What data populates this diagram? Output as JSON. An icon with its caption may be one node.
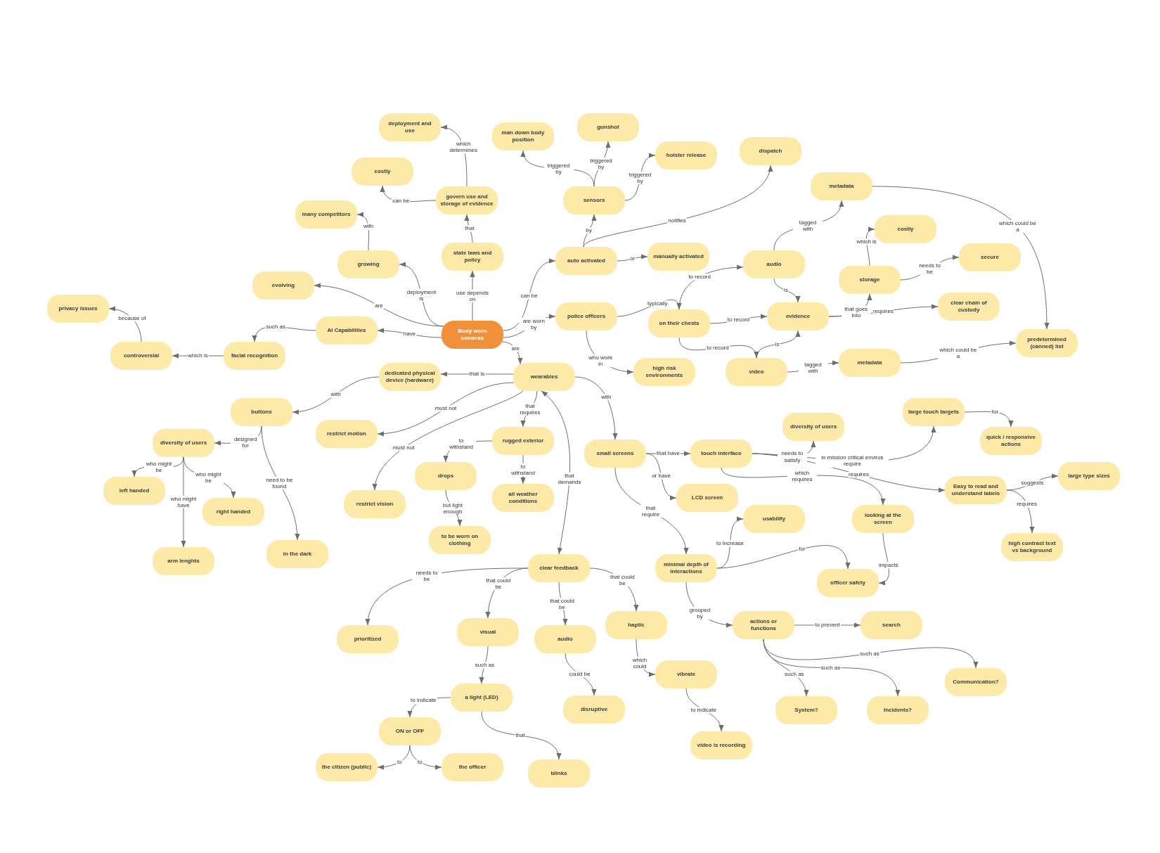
{
  "diagram": {
    "nodes": [
      {
        "text": [
          "gunshot"
        ]
      },
      {
        "text": [
          "deployment and use"
        ]
      },
      {
        "text": [
          "man down body position"
        ]
      },
      {
        "text": [
          "dispatch"
        ]
      },
      {
        "text": [
          "holster release"
        ]
      },
      {
        "text": [
          "costly"
        ]
      },
      {
        "text": [
          "metadata"
        ]
      },
      {
        "text": [
          "govern use and storage of evidence"
        ]
      },
      {
        "text": [
          "sensors"
        ]
      },
      {
        "text": [
          "many competitors"
        ]
      },
      {
        "text": [
          "costly"
        ]
      },
      {
        "text": [
          "state laws and policy"
        ]
      },
      {
        "text": [
          "manually activated"
        ]
      },
      {
        "text": [
          "secure"
        ]
      },
      {
        "text": [
          "auto activated"
        ]
      },
      {
        "text": [
          "growing"
        ]
      },
      {
        "text": [
          "audio"
        ]
      },
      {
        "text": [
          "storage"
        ]
      },
      {
        "text": [
          "evolving"
        ]
      },
      {
        "text": [
          "privacy issues"
        ]
      },
      {
        "text": [
          "clear chain of custody"
        ]
      },
      {
        "text": [
          "police officers"
        ]
      },
      {
        "text": [
          "evidence"
        ]
      },
      {
        "text": [
          "on their chests"
        ]
      },
      {
        "text": [
          "AI Capabilities"
        ]
      },
      {
        "text": [
          "Body worn cameras"
        ]
      },
      {
        "text": [
          "predetermined (canned) list"
        ]
      },
      {
        "text": [
          "controversial"
        ]
      },
      {
        "text": [
          "facial recognition"
        ]
      },
      {
        "text": [
          "metadata"
        ]
      },
      {
        "text": [
          "high risk environments"
        ]
      },
      {
        "text": [
          "video"
        ]
      },
      {
        "text": [
          "dedicated physical device (hardware)"
        ]
      },
      {
        "text": [
          "wearables"
        ]
      },
      {
        "text": [
          "buttons"
        ]
      },
      {
        "text": [
          "large touch targets"
        ]
      },
      {
        "text": [
          "diversity of users"
        ]
      },
      {
        "text": [
          "restrict motion"
        ]
      },
      {
        "text": [
          "rugged exterior"
        ]
      },
      {
        "text": [
          "quick / responsive actions"
        ]
      },
      {
        "text": [
          "diversity of users"
        ]
      },
      {
        "text": [
          "small screens"
        ]
      },
      {
        "text": [
          "touch interface"
        ]
      },
      {
        "text": [
          "large type sizes"
        ]
      },
      {
        "text": [
          "drops"
        ]
      },
      {
        "text": [
          "Easy to read and understand labels"
        ]
      },
      {
        "text": [
          "left handed"
        ]
      },
      {
        "text": [
          "all weather conditions"
        ]
      },
      {
        "text": [
          "LCD screen"
        ]
      },
      {
        "text": [
          "restrict vision"
        ]
      },
      {
        "text": [
          "right handed"
        ]
      },
      {
        "text": [
          "usability"
        ]
      },
      {
        "text": [
          "looking at the screen"
        ]
      },
      {
        "text": [
          "to be worn on clothing"
        ]
      },
      {
        "text": [
          "high contrast text vs background"
        ]
      },
      {
        "text": [
          "in the dark"
        ]
      },
      {
        "text": [
          "arm lenghts"
        ]
      },
      {
        "text": [
          "clear feedback"
        ]
      },
      {
        "text": [
          "minimal depth of interactions"
        ]
      },
      {
        "text": [
          "officer safety"
        ]
      },
      {
        "text": [
          "haptic"
        ]
      },
      {
        "text": [
          "actions or functions"
        ]
      },
      {
        "text": [
          "search"
        ]
      },
      {
        "text": [
          "visual"
        ]
      },
      {
        "text": [
          "prioritized"
        ]
      },
      {
        "text": [
          "audio"
        ]
      },
      {
        "text": [
          "vibrate"
        ]
      },
      {
        "text": [
          "Communication?"
        ]
      },
      {
        "text": [
          "a light (LED)"
        ]
      },
      {
        "text": [
          "disruptive"
        ]
      },
      {
        "text": [
          "System?"
        ]
      },
      {
        "text": [
          "Incidents?"
        ]
      },
      {
        "text": [
          "ON or OFF"
        ]
      },
      {
        "text": [
          "video is recording"
        ]
      },
      {
        "text": [
          "the citizen (public)"
        ]
      },
      {
        "text": [
          "the officer"
        ]
      },
      {
        "text": [
          "blinks"
        ]
      }
    ],
    "edges": [
      {
        "from": 25,
        "to": 11,
        "arrow": "to",
        "label": "use depends on"
      },
      {
        "from": 25,
        "to": 15,
        "arrow": "to",
        "label": "deployment is"
      },
      {
        "from": 25,
        "to": 18,
        "arrow": "to",
        "label": "are"
      },
      {
        "from": 25,
        "to": 24,
        "arrow": "to",
        "label": "have"
      },
      {
        "from": 25,
        "to": 14,
        "arrow": "to",
        "label": "can be"
      },
      {
        "from": 25,
        "to": 21,
        "arrow": "to",
        "label": "are worn by"
      },
      {
        "from": 25,
        "to": 33,
        "arrow": "to",
        "label": "are"
      },
      {
        "from": 11,
        "to": 7,
        "arrow": "to",
        "label": "that"
      },
      {
        "from": 7,
        "to": 1,
        "arrow": "to",
        "label": "which determines"
      },
      {
        "from": 7,
        "to": 5,
        "arrow": "to",
        "label": "can be"
      },
      {
        "from": 15,
        "to": 9,
        "arrow": "to",
        "label": "with"
      },
      {
        "from": 24,
        "to": 28,
        "arrow": "to",
        "label": "such as"
      },
      {
        "from": 28,
        "to": 27,
        "arrow": "to",
        "label": "which is"
      },
      {
        "from": 27,
        "to": 19,
        "arrow": "to",
        "label": "because of"
      },
      {
        "from": 14,
        "to": 8,
        "arrow": "to",
        "label": "by"
      },
      {
        "from": 14,
        "to": 3,
        "arrow": "to",
        "label": "notifies"
      },
      {
        "from": 14,
        "to": 12,
        "arrow": "to",
        "label": "or"
      },
      {
        "from": 8,
        "to": 2,
        "arrow": "to",
        "label": "triggered by"
      },
      {
        "from": 8,
        "to": 0,
        "arrow": "to",
        "label": "triggered by"
      },
      {
        "from": 8,
        "to": 4,
        "arrow": "to",
        "label": "triggered by"
      },
      {
        "from": 21,
        "to": 23,
        "arrow": "to",
        "label": "typically"
      },
      {
        "from": 21,
        "to": 30,
        "arrow": "to",
        "label": "who work in"
      },
      {
        "from": 23,
        "to": 16,
        "arrow": "to",
        "label": "to record"
      },
      {
        "from": 23,
        "to": 22,
        "arrow": "to",
        "label": "to record"
      },
      {
        "from": 23,
        "to": 31,
        "arrow": "to",
        "label": "to record"
      },
      {
        "from": 16,
        "to": 6,
        "arrow": "to",
        "label": "tagged with"
      },
      {
        "from": 16,
        "to": 22,
        "arrow": "to",
        "label": "is"
      },
      {
        "from": 31,
        "to": 22,
        "arrow": "to",
        "label": "is"
      },
      {
        "from": 31,
        "to": 29,
        "arrow": "to",
        "label": "tagged with"
      },
      {
        "from": 22,
        "to": 17,
        "arrow": "to",
        "label": "that goes into"
      },
      {
        "from": 22,
        "to": 20,
        "arrow": "to",
        "label": "requires"
      },
      {
        "from": 17,
        "to": 10,
        "arrow": "to",
        "label": "which is"
      },
      {
        "from": 17,
        "to": 13,
        "arrow": "to",
        "label": "needs to be"
      },
      {
        "from": 6,
        "to": 26,
        "arrow": "to",
        "label": "which could be a"
      },
      {
        "from": 29,
        "to": 26,
        "arrow": "to",
        "label": "which could be a"
      },
      {
        "from": 33,
        "to": 32,
        "arrow": "to",
        "label": "that is"
      },
      {
        "from": 32,
        "to": 34,
        "arrow": "to",
        "label": "with"
      },
      {
        "from": 33,
        "to": 37,
        "arrow": "to",
        "label": "must not"
      },
      {
        "from": 33,
        "to": 49,
        "arrow": "to",
        "label": "must not"
      },
      {
        "from": 33,
        "to": 38,
        "arrow": "to",
        "label": "that requires"
      },
      {
        "from": 33,
        "to": 57,
        "arrow": "both",
        "label": "that demands"
      },
      {
        "from": 33,
        "to": 41,
        "arrow": "to",
        "label": "with"
      },
      {
        "from": 38,
        "to": 44,
        "arrow": "to",
        "label": "to withstand"
      },
      {
        "from": 38,
        "to": 47,
        "arrow": "to",
        "label": "to withstand"
      },
      {
        "from": 44,
        "to": 53,
        "arrow": "to",
        "label": "but light enough"
      },
      {
        "from": 34,
        "to": 40,
        "arrow": "to",
        "label": "designed for"
      },
      {
        "from": 34,
        "to": 55,
        "arrow": "to",
        "label": "need to be found"
      },
      {
        "from": 40,
        "to": 46,
        "arrow": "to",
        "label": "who might be"
      },
      {
        "from": 40,
        "to": 50,
        "arrow": "to",
        "label": "who might be"
      },
      {
        "from": 40,
        "to": 56,
        "arrow": "to",
        "label": "who might have"
      },
      {
        "from": 41,
        "to": 42,
        "arrow": "to",
        "label": "that have"
      },
      {
        "from": 41,
        "to": 48,
        "arrow": "to",
        "label": "or have"
      },
      {
        "from": 41,
        "to": 58,
        "arrow": "to",
        "label": "that require"
      },
      {
        "from": 42,
        "to": 36,
        "arrow": "to",
        "label": "needs to satisfy"
      },
      {
        "from": 42,
        "to": 35,
        "arrow": "to",
        "label": "in mission critical enviros require"
      },
      {
        "from": 42,
        "to": 45,
        "arrow": "to",
        "label": "requires"
      },
      {
        "from": 42,
        "to": 52,
        "arrow": "to",
        "label": "which requires"
      },
      {
        "from": 45,
        "to": 43,
        "arrow": "to",
        "label": "suggests"
      },
      {
        "from": 45,
        "to": 54,
        "arrow": "to",
        "label": "requires"
      },
      {
        "from": 35,
        "to": 39,
        "arrow": "to",
        "label": "for"
      },
      {
        "from": 52,
        "to": 59,
        "arrow": "to",
        "label": "impacts"
      },
      {
        "from": 58,
        "to": 51,
        "arrow": "to",
        "label": "to increase"
      },
      {
        "from": 58,
        "to": 59,
        "arrow": "to",
        "label": "for"
      },
      {
        "from": 58,
        "to": 61,
        "arrow": "to",
        "label": "grouped by"
      },
      {
        "from": 61,
        "to": 62,
        "arrow": "to",
        "label": "to prevent"
      },
      {
        "from": 61,
        "to": 70,
        "arrow": "to",
        "label": "such as"
      },
      {
        "from": 61,
        "to": 71,
        "arrow": "to",
        "label": "such as"
      },
      {
        "from": 61,
        "to": 67,
        "arrow": "to",
        "label": "such as"
      },
      {
        "from": 57,
        "to": 64,
        "arrow": "to",
        "label": "needs to be"
      },
      {
        "from": 57,
        "to": 63,
        "arrow": "to",
        "label": "that could be"
      },
      {
        "from": 57,
        "to": 65,
        "arrow": "to",
        "label": "that could be"
      },
      {
        "from": 57,
        "to": 60,
        "arrow": "to",
        "label": "that could be"
      },
      {
        "from": 63,
        "to": 68,
        "arrow": "to",
        "label": "such as"
      },
      {
        "from": 65,
        "to": 69,
        "arrow": "to",
        "label": "could be"
      },
      {
        "from": 60,
        "to": 66,
        "arrow": "to",
        "label": "which could"
      },
      {
        "from": 66,
        "to": 73,
        "arrow": "to",
        "label": "to indicate"
      },
      {
        "from": 68,
        "to": 72,
        "arrow": "to",
        "label": "to indicate"
      },
      {
        "from": 68,
        "to": 76,
        "arrow": "to",
        "label": "that"
      },
      {
        "from": 72,
        "to": 74,
        "arrow": "to",
        "label": "to"
      },
      {
        "from": 72,
        "to": 75,
        "arrow": "to",
        "label": "to"
      }
    ]
  }
}
